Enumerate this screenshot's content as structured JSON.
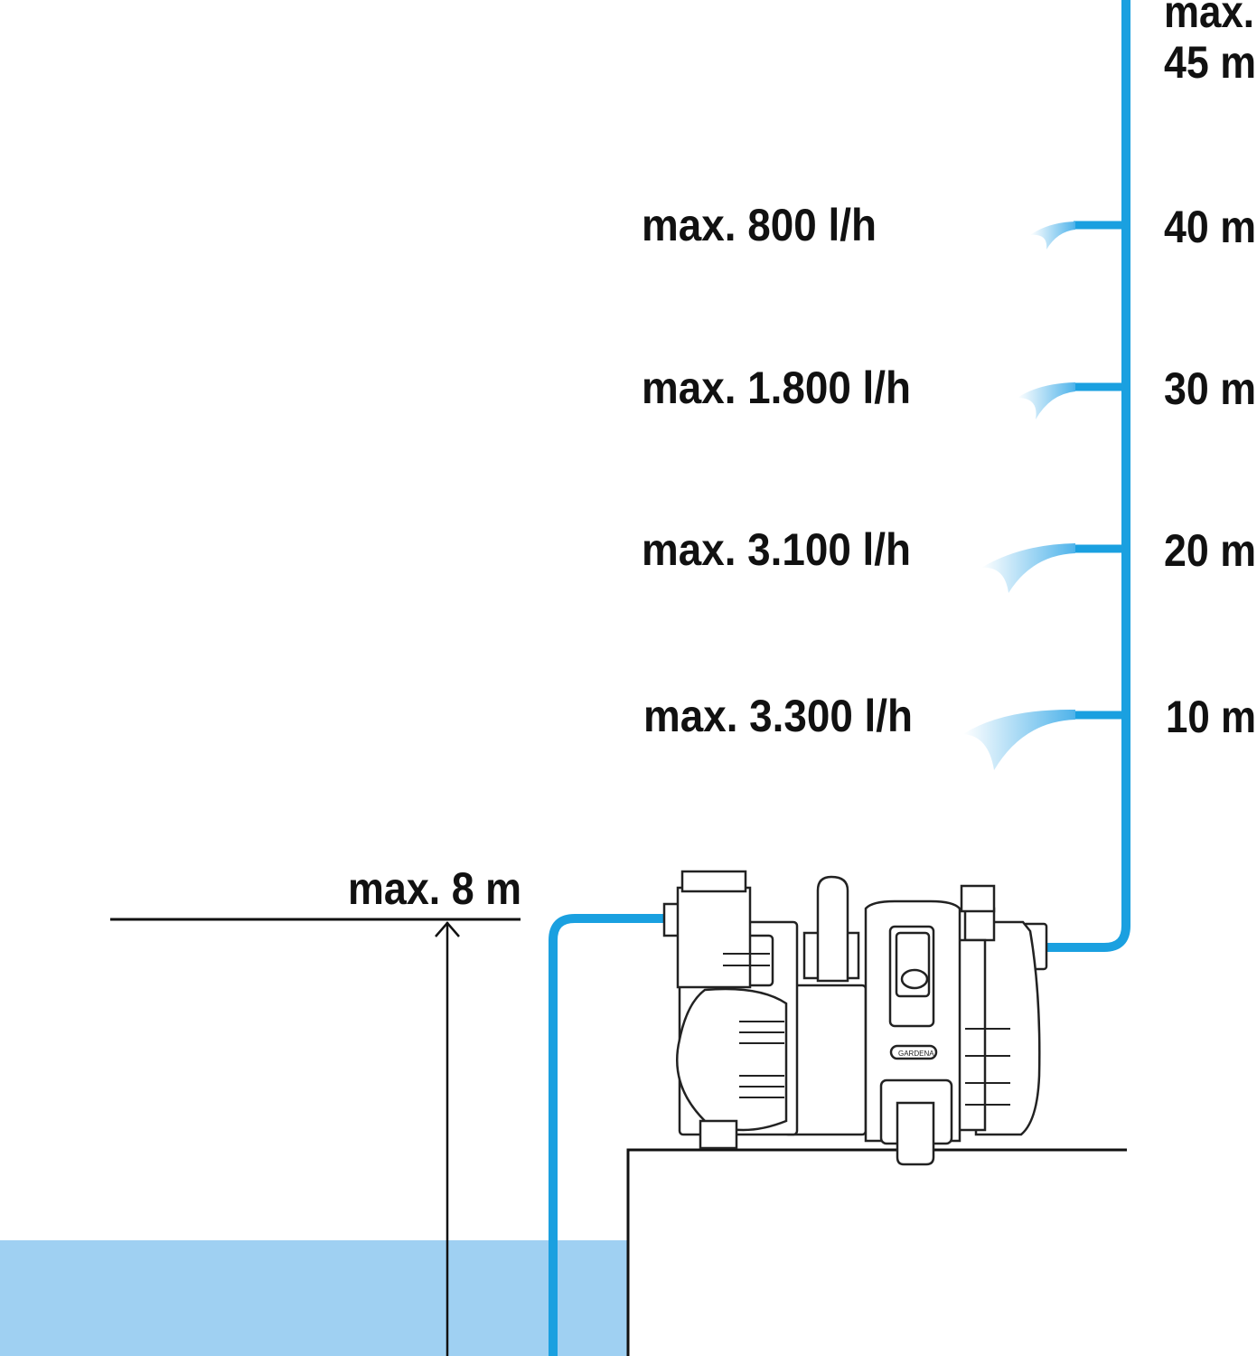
{
  "title": "Pump performance diagram",
  "colors": {
    "pipe": "#1aa0e0",
    "water": "#9fd0f2",
    "line": "#111111"
  },
  "suction": {
    "label": "max. 8 m"
  },
  "head_max": {
    "line1": "max.",
    "line2": "45 m"
  },
  "levels": [
    {
      "height": "40 m",
      "flow": "max. 800 l/h"
    },
    {
      "height": "30 m",
      "flow": "max. 1.800 l/h"
    },
    {
      "height": "20 m",
      "flow": "max. 3.100 l/h"
    },
    {
      "height": "10 m",
      "flow": "max. 3.300 l/h"
    }
  ],
  "pump": {
    "brand": "GARDENA"
  }
}
